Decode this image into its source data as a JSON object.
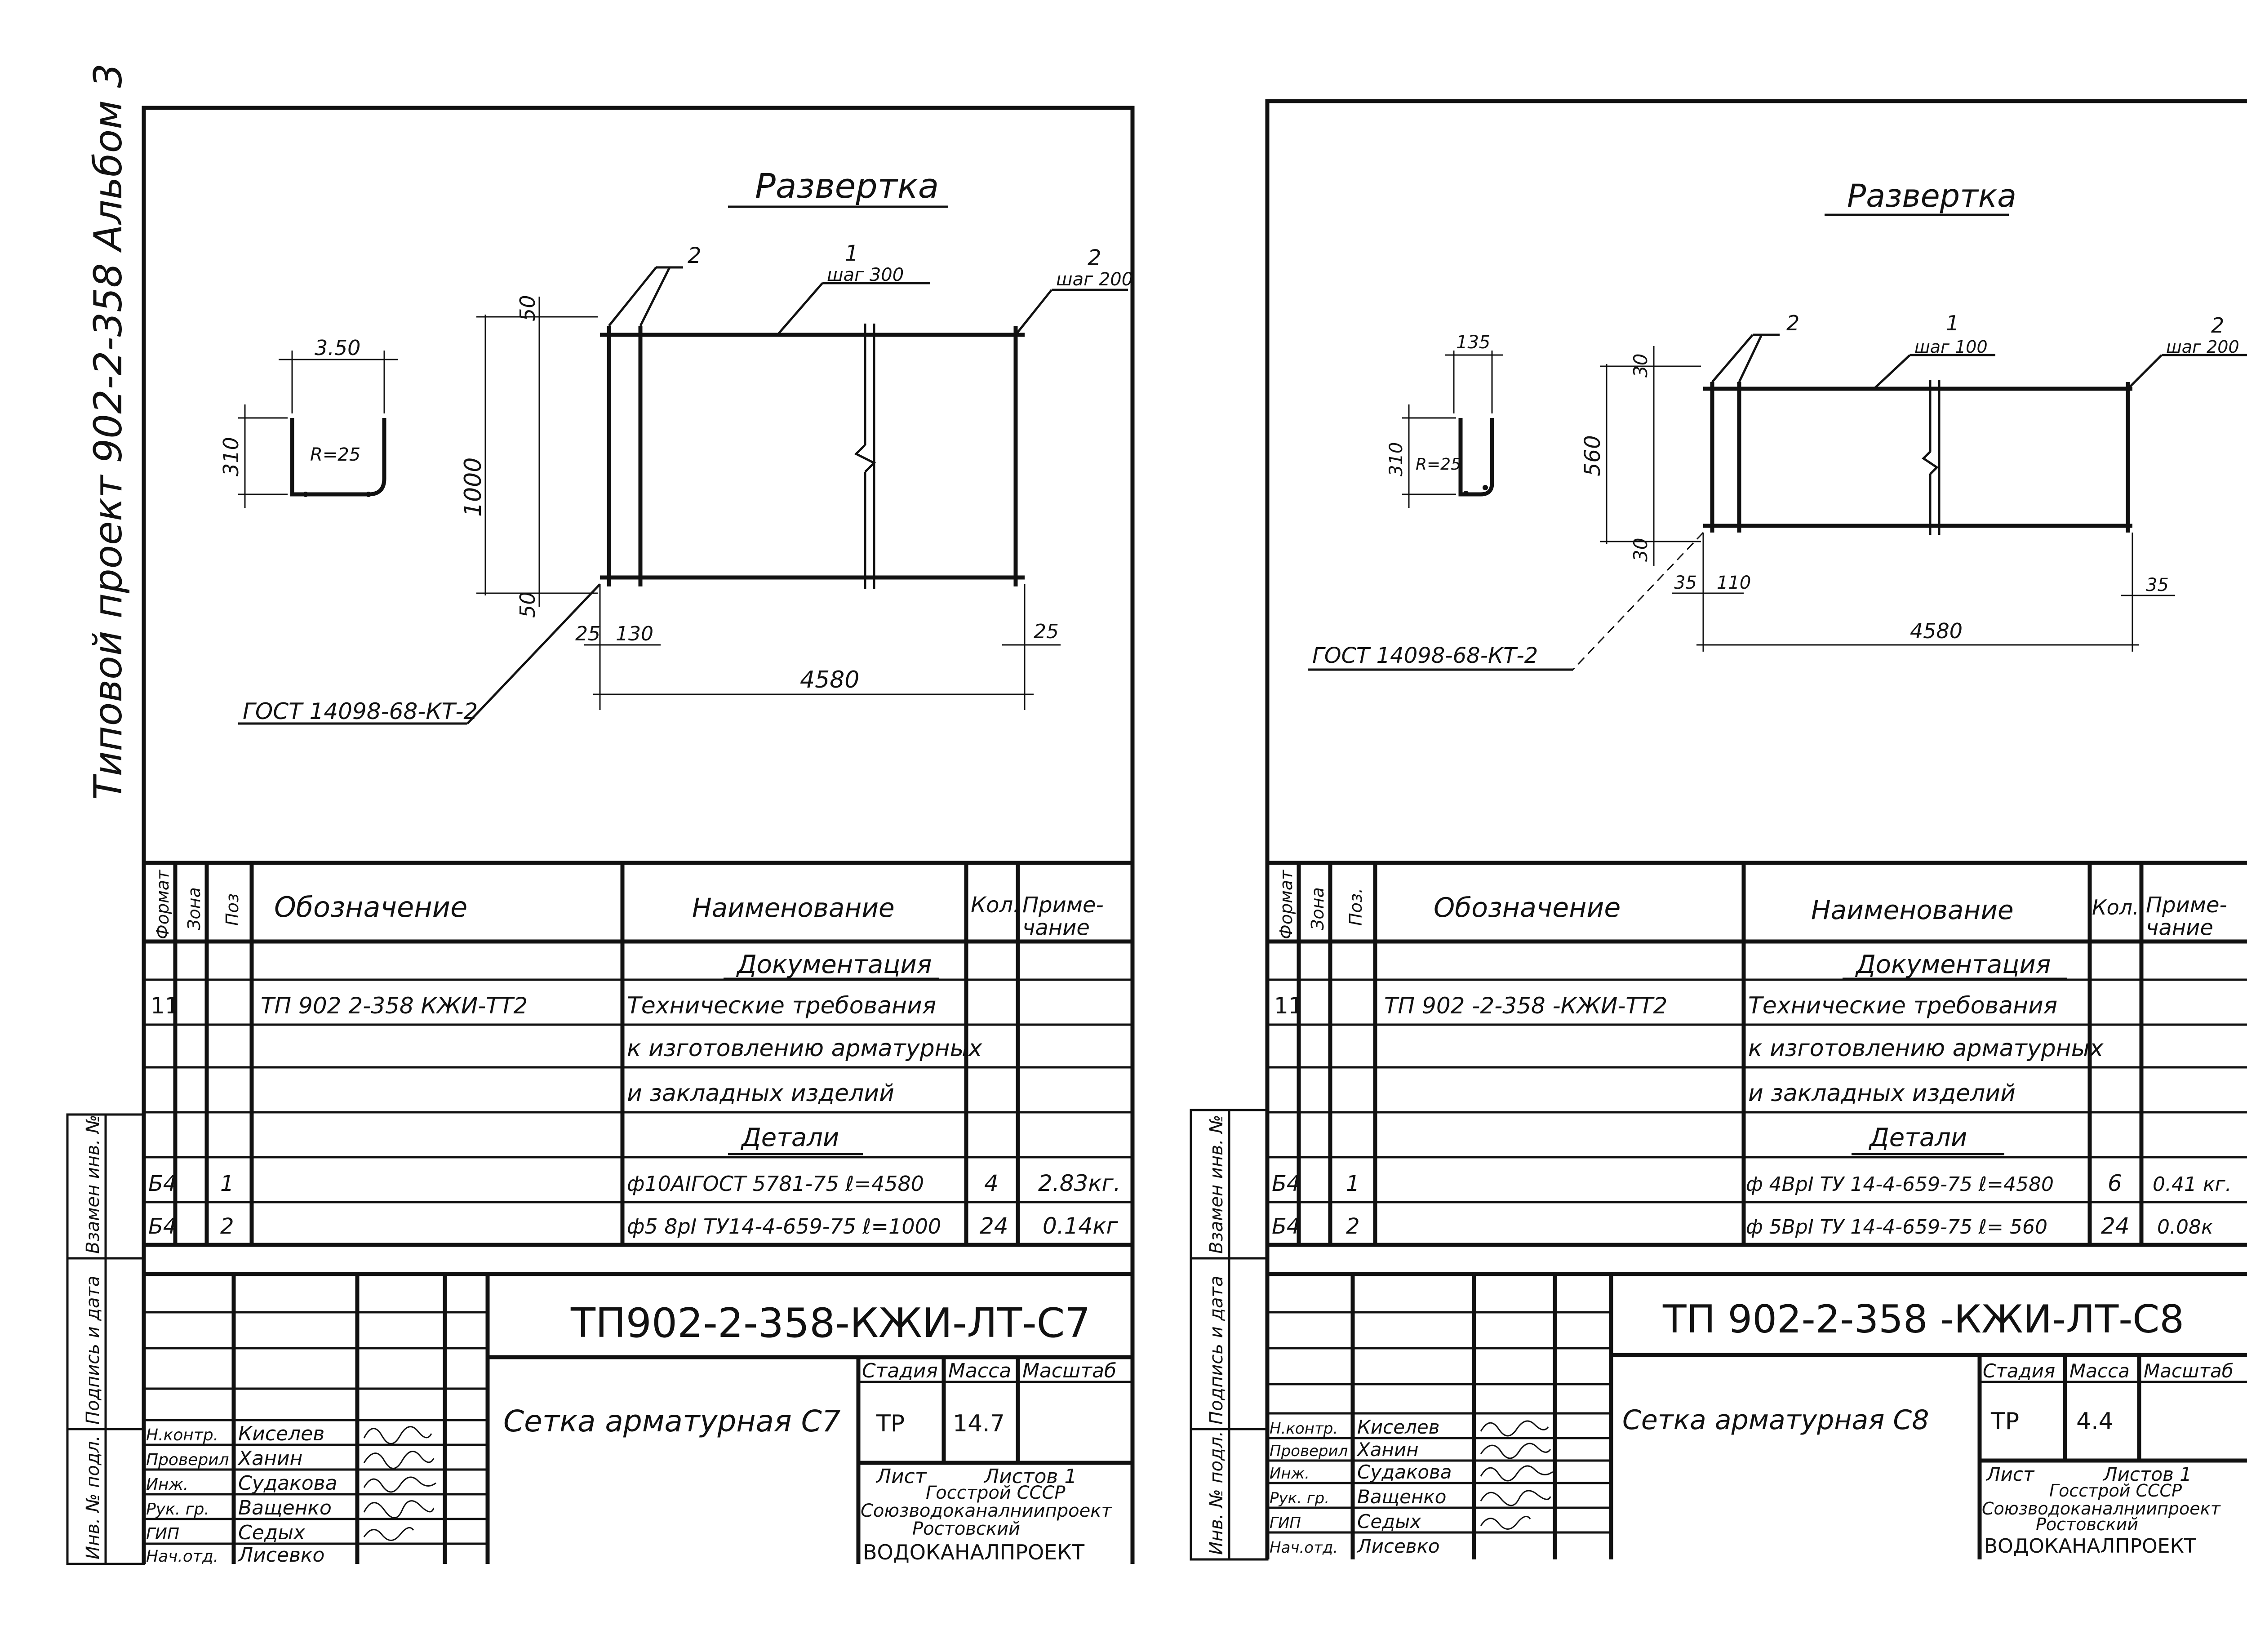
{
  "side": {
    "project": "Типовой проект 902-2-358 Альбом 3",
    "inv_orig": "Инв. № подл.",
    "sign_date": "Подпись и дата",
    "inv_repl": "Взамен инв. №"
  },
  "sheets": [
    {
      "title": "Развертка",
      "sketch": {
        "w": "3.50",
        "h": "310",
        "r": "R=25"
      },
      "dims": {
        "top": "50",
        "height": "1000",
        "bottom": "50",
        "left_off": "25",
        "gap": "130",
        "right_off": "25",
        "length": "4580"
      },
      "callouts": [
        {
          "num": "2",
          "note": ""
        },
        {
          "num": "1",
          "note": "шаг 300"
        },
        {
          "num": "2",
          "note": "шаг 200"
        }
      ],
      "gost": "ГОСТ 14098-68-КТ-2",
      "table": {
        "headers": {
          "format": "Формат",
          "zone": "Зона",
          "pos": "Поз",
          "designation": "Обозначение",
          "name": "Наименование",
          "qty": "Кол.",
          "note": "Приме-\nчание"
        },
        "section1": "Документация",
        "doc_row": {
          "format": "11",
          "designation": "ТП 902 2-358 КЖИ-ТТ2"
        },
        "doc_lines": [
          "Технические требования",
          "к изготовлению арматурных",
          "и закладных изделий"
        ],
        "section2": "Детали",
        "rows": [
          {
            "format": "Б4",
            "pos": "1",
            "name": "ф10АIГОСТ 5781-75 ℓ=4580",
            "qty": "4",
            "note": "2.83кг."
          },
          {
            "format": "Б4",
            "pos": "2",
            "name": "ф5 8рI ТУ14-4-659-75 ℓ=1000",
            "qty": "24",
            "note": "0.14кг"
          }
        ]
      },
      "stamp": {
        "code": "ТП902-2-358-КЖИ-ЛТ-С7",
        "item": "Сетка арматурная С7",
        "stage_label": "Стадия",
        "mass_label": "Масса",
        "scale_label": "Масштаб",
        "stage": "ТР",
        "mass": "14.7",
        "sheet_label": "Лист",
        "sheets_label": "Листов 1",
        "org": [
          "Госстрой СССР",
          "Союзводоканалниипроект",
          "Ростовский",
          "ВОДОКАНАЛПРОЕКТ"
        ],
        "roles": [
          "Н.контр.",
          "Проверил",
          "Инж.",
          "Рук. гр.",
          "ГИП",
          "Нач.отд."
        ],
        "names": [
          "Киселев",
          "Ханин",
          "Судакова",
          "Ващенко",
          "Седых",
          "Лисевко"
        ]
      }
    },
    {
      "title": "Развертка",
      "sketch": {
        "w": "135",
        "h": "310",
        "r": "R=25"
      },
      "dims": {
        "top": "30",
        "height": "560",
        "bottom": "30",
        "left_off": "35",
        "gap": "110",
        "right_off": "35",
        "length": "4580"
      },
      "callouts": [
        {
          "num": "2",
          "note": ""
        },
        {
          "num": "1",
          "note": "шаг 100"
        },
        {
          "num": "2",
          "note": "шаг 200"
        }
      ],
      "gost": "ГОСТ 14098-68-КТ-2",
      "table": {
        "headers": {
          "format": "Формат",
          "zone": "Зона",
          "pos": "Поз.",
          "designation": "Обозначение",
          "name": "Наименование",
          "qty": "Кол.",
          "note": "Приме-\nчание"
        },
        "section1": "Документация",
        "doc_row": {
          "format": "11",
          "designation": "ТП 902 -2-358 -КЖИ-ТТ2"
        },
        "doc_lines": [
          "Технические требования",
          "к изготовлению арматурных",
          "и закладных изделий"
        ],
        "section2": "Детали",
        "rows": [
          {
            "format": "Б4",
            "pos": "1",
            "name": "ф 4ВрI ТУ 14-4-659-75 ℓ=4580",
            "qty": "6",
            "note": "0.41 кг."
          },
          {
            "format": "Б4",
            "pos": "2",
            "name": "ф 5ВрI ТУ 14-4-659-75 ℓ= 560",
            "qty": "24",
            "note": "0.08к"
          }
        ]
      },
      "stamp": {
        "code": "ТП 902-2-358 -КЖИ-ЛТ-С8",
        "item": "Сетка арматурная С8",
        "stage_label": "Стадия",
        "mass_label": "Масса",
        "scale_label": "Масштаб",
        "stage": "ТР",
        "mass": "4.4",
        "sheet_label": "Лист",
        "sheets_label": "Листов 1",
        "org": [
          "Госстрой СССР",
          "Союзводоканалниипроект",
          "Ростовский",
          "ВОДОКАНАЛПРОЕКТ"
        ],
        "roles": [
          "Н.контр.",
          "Проверил",
          "Инж.",
          "Рук. гр.",
          "ГИП",
          "Нач.отд."
        ],
        "names": [
          "Киселев",
          "Ханин",
          "Судакова",
          "Ващенко",
          "Седых",
          "Лисевко"
        ]
      }
    }
  ]
}
